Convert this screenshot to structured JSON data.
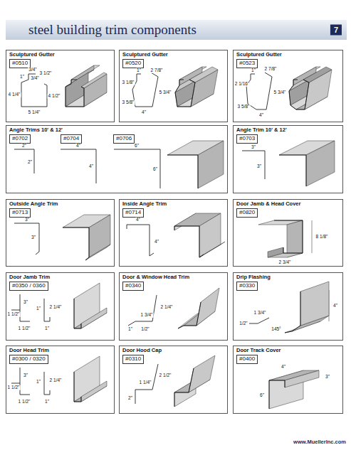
{
  "diagram": {
    "title": "steel building trim components",
    "nodes": [
      {
        "text": [
          "Sculptured Gutter"
        ]
      },
      {
        "text": [
          "#0510"
        ],
        "in": 0
      },
      {
        "text": [
          "Sculptured Gutter"
        ]
      },
      {
        "text": [
          "#0520"
        ],
        "in": 2
      },
      {
        "text": [
          "Sculptured Gutter"
        ]
      },
      {
        "text": [
          "#0523"
        ],
        "in": 4
      },
      {
        "text": [
          "Angle Trims 10' & 12'"
        ]
      },
      {
        "text": [
          "#0702"
        ],
        "in": 6
      },
      {
        "text": [
          "#0704"
        ],
        "in": 6
      },
      {
        "text": [
          "#0706"
        ],
        "in": 6
      },
      {
        "text": [
          "Angle Trim 10' & 12'"
        ]
      },
      {
        "text": [
          "#0703"
        ],
        "in": 10
      },
      {
        "text": [
          "Outside Angle Trim"
        ]
      },
      {
        "text": [
          "#0713"
        ],
        "in": 12
      },
      {
        "text": [
          "Inside Angle Trim"
        ]
      },
      {
        "text": [
          "#0714"
        ],
        "in": 14
      },
      {
        "text": [
          "Door Jamb & Head Cover"
        ]
      },
      {
        "text": [
          "#0820"
        ],
        "in": 16
      },
      {
        "text": [
          "Door Jamb Trim"
        ]
      },
      {
        "text": [
          "#0350 / 0360"
        ],
        "in": 18
      },
      {
        "text": [
          "Door & Window Head Trim"
        ]
      },
      {
        "text": [
          "#0340"
        ],
        "in": 20
      },
      {
        "text": [
          "Drip Flashing"
        ]
      },
      {
        "text": [
          "#0330"
        ],
        "in": 22
      },
      {
        "text": [
          "Door Head Trim"
        ]
      },
      {
        "text": [
          "#0300 / 0320"
        ],
        "in": 24
      },
      {
        "text": [
          "Door Hood Cap"
        ]
      },
      {
        "text": [
          "#0310"
        ],
        "in": 26
      },
      {
        "text": [
          "Door Track Cover"
        ]
      },
      {
        "text": [
          "#0400"
        ],
        "in": 28
      }
    ],
    "labels": [
      "7",
      "3/4\"",
      "3/4\"",
      "3 1/2\"",
      "1\"",
      "4 1/4\"",
      "4 1/2\"",
      "5 1/4\"",
      "2 7/8\"",
      "1\"",
      "3 1/8\"",
      "5 3/4\"",
      "3 5/8\"",
      "4\"",
      "1\"",
      "2 7/8\"",
      "2 1/16\"",
      "5 3/4\"",
      "3 5/8\"",
      "4\"",
      "2\"",
      "4\"",
      "6\"",
      "2\"",
      "4\"",
      "6\"",
      "3\"",
      "3\"",
      "3\"",
      "3\"",
      "4\"",
      "4\"",
      "8 1/8\"",
      "2 3/4\"",
      "3\"",
      "1 1/2\"",
      "1\"",
      "2 1/4\"",
      "1 1/2\"",
      "1\"",
      "1 3/4\"",
      "2 1/4\"",
      "1\"",
      "1/2\"",
      "4\"",
      "1 3/4\"",
      "1/2\"",
      "145°",
      "3\"",
      "1 1/2\"",
      "1\"",
      "2 1/4\"",
      "1 1/2\"",
      "1\"",
      "1 1/4\"",
      "2 1/2\"",
      "2\"",
      "4\"",
      "3\"",
      "6\"",
      "www.MuellerInc.com"
    ]
  }
}
